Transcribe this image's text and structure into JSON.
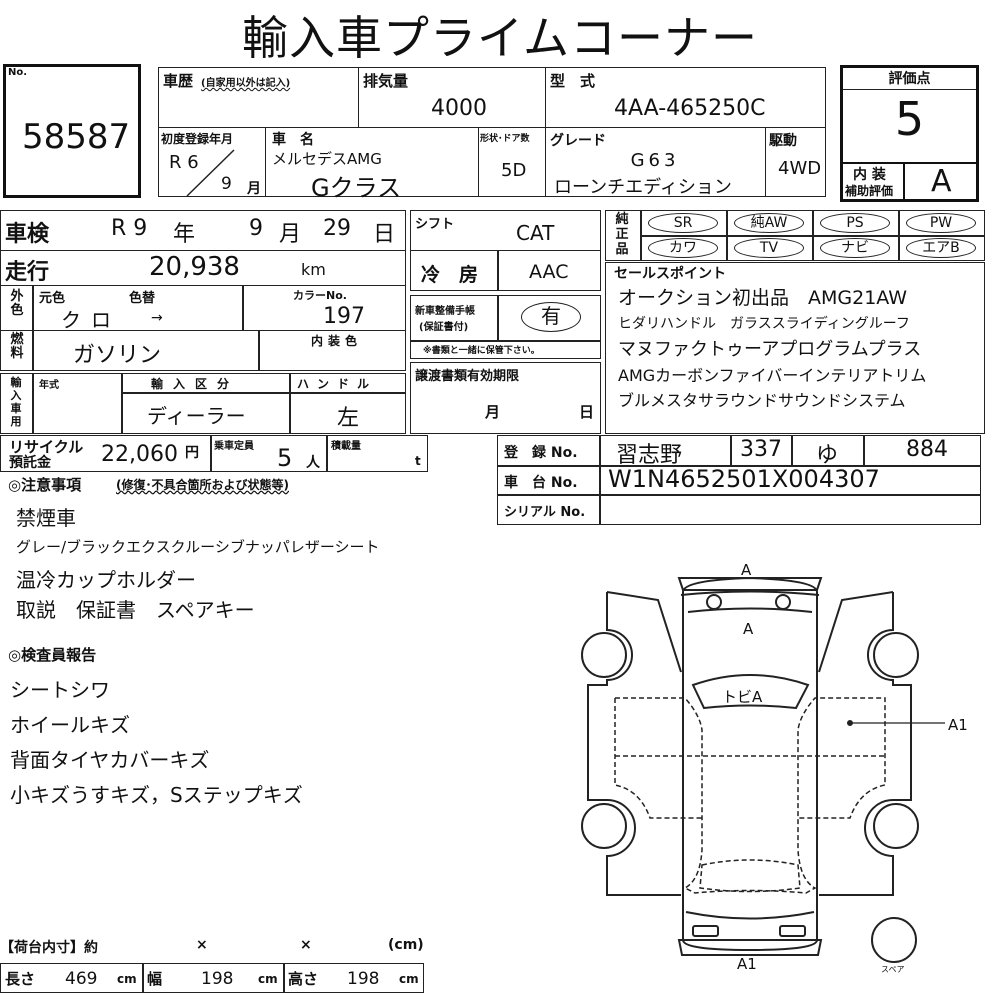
{
  "title": "輸入車プライムコーナー",
  "no": {
    "label": "No.",
    "value": "58587"
  },
  "history": {
    "label": "車歴",
    "note": "(自家用以外は記入)",
    "value": ""
  },
  "displacement": {
    "label": "排気量",
    "value": "4000"
  },
  "model_code": {
    "label": "型　式",
    "value": "4AA-465250C"
  },
  "first_reg": {
    "label": "初度登録年月",
    "era": "R 6",
    "month": "9",
    "month_unit": "月"
  },
  "car_name": {
    "label": "車　名",
    "maker": "メルセデスAMG",
    "model": "Gクラス"
  },
  "body": {
    "label": "形状･ドア数",
    "value": "5D"
  },
  "grade": {
    "label": "グレード",
    "line1": "G63",
    "line2": "ローンチエディション"
  },
  "drive": {
    "label": "駆動",
    "value": "4WD"
  },
  "score": {
    "label": "評価点",
    "value": "5",
    "interior_label1": "内 装",
    "interior_label2": "補助評価",
    "interior_value": "A"
  },
  "inspection": {
    "label": "車検",
    "era": "R 9",
    "year_unit": "年",
    "month": "9",
    "month_unit": "月",
    "day": "29",
    "day_unit": "日"
  },
  "mileage": {
    "label": "走行",
    "value": "20,938",
    "unit": "km"
  },
  "exterior": {
    "label": "外色",
    "orig_label": "元色",
    "change_label": "色替",
    "orig": "クロ",
    "arrow": "→",
    "color_no_label": "カラーNo.",
    "color_no": "197"
  },
  "fuel": {
    "label": "燃料",
    "value": "ガソリン",
    "interior_color_label": "内装色",
    "interior_color": ""
  },
  "import": {
    "label": "輸入車用",
    "year_label": "年式",
    "class_label": "輸入区分",
    "class": "ディーラー",
    "handle_label": "ハンドル",
    "handle": "左"
  },
  "shift": {
    "label": "シフト",
    "value": "CAT"
  },
  "ac": {
    "label": "冷　房",
    "value": "AAC"
  },
  "manual": {
    "label1": "新車整備手帳",
    "label2": "(保証書付)",
    "value": "有",
    "note": "※書類と一緒に保管下さい。"
  },
  "transfer": {
    "label": "譲渡書類有効期限",
    "month_unit": "月",
    "day_unit": "日"
  },
  "genuine": {
    "label": "純正品",
    "items": [
      "SR",
      "純AW",
      "PS",
      "PW",
      "カワ",
      "TV",
      "ナビ",
      "エアB"
    ]
  },
  "sales": {
    "label": "セールスポイント",
    "lines": [
      "オークション初出品　AMG21AW",
      "ヒダリハンドル　ガラススライディングルーフ",
      "マヌファクトゥーアプログラムプラス",
      "AMGカーボンファイバーインテリアトリム",
      "ブルメスタサラウンドサウンドシステム"
    ]
  },
  "recycle": {
    "label1": "リサイクル",
    "label2": "預託金",
    "value": "22,060",
    "unit": "円"
  },
  "capacity": {
    "label": "乗車定員",
    "value": "5",
    "unit": "人"
  },
  "load": {
    "label": "積載量",
    "unit": "t"
  },
  "registration": {
    "label": "登　録 No.",
    "area": "習志野",
    "class": "337",
    "kana": "ゆ",
    "number": "884"
  },
  "chassis": {
    "label": "車　台 No.",
    "value": "W1N4652501X004307"
  },
  "serial": {
    "label": "シリアル No.",
    "value": ""
  },
  "notes": {
    "heading": "◎注意事項",
    "heading_note": "(修復･不具合箇所および状態等)",
    "lines": [
      "禁煙車",
      "グレー/ブラックエクスクルーシブナッパレザーシート",
      "温冷カップホルダー",
      "取説　保証書　スペアキー"
    ]
  },
  "inspector": {
    "heading": "◎検査員報告",
    "lines": [
      "シートシワ",
      "ホイールキズ",
      "背面タイヤカバーキズ",
      "小キズうすキズ，Sステップキズ"
    ]
  },
  "diagram": {
    "front": "A",
    "hood": "A",
    "windshield": "トビA",
    "side": "A1",
    "rear": "A1",
    "spare": "スペア"
  },
  "cargo": {
    "label": "【荷台内寸】約",
    "x1": "×",
    "x2": "×",
    "unit_label": "(cm)",
    "length_label": "長さ",
    "length": "469",
    "width_label": "幅",
    "width": "198",
    "height_label": "高さ",
    "height": "198",
    "unit": "cm"
  }
}
